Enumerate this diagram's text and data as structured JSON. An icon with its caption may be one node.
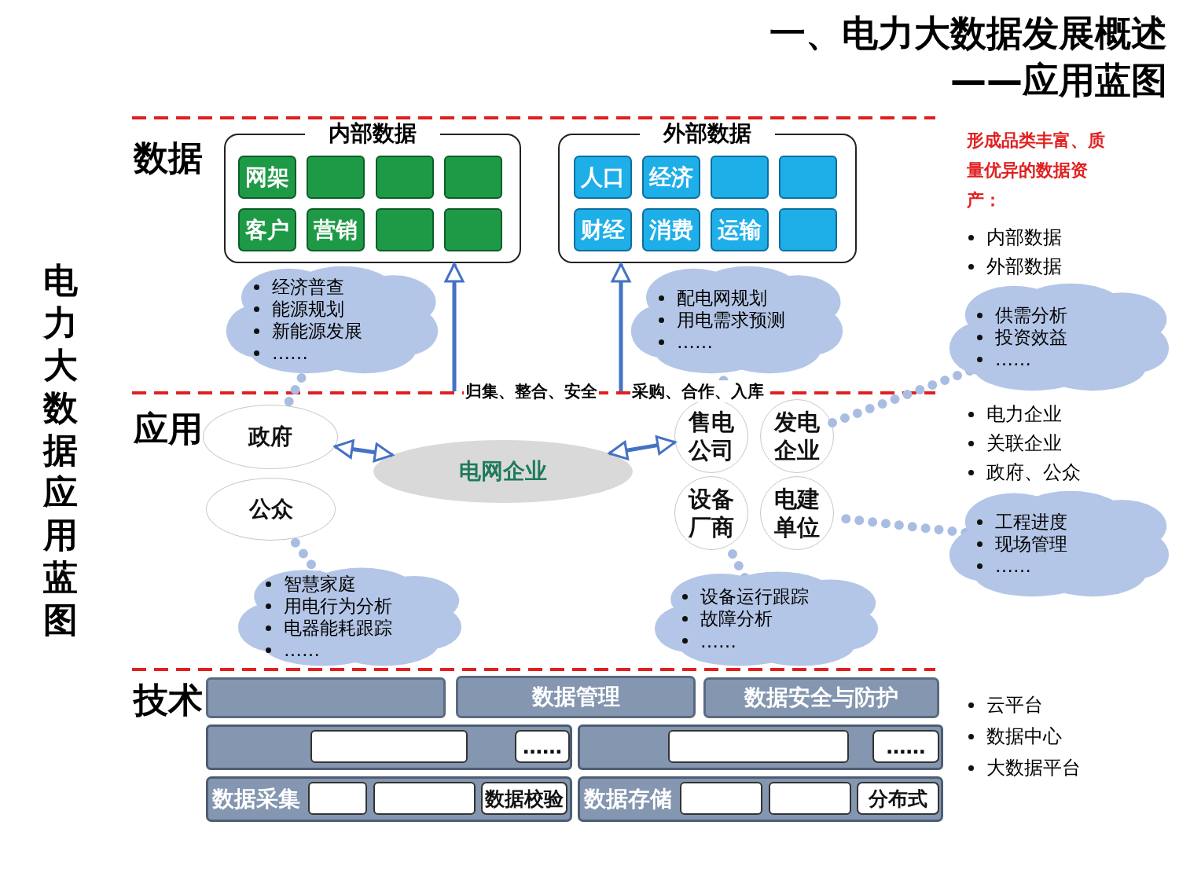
{
  "diagram": {
    "title": "一、电力大数据发展概述 ——应用蓝图",
    "nodes": [
      {
        "text": [
          "内部数据"
        ]
      },
      {
        "text": [
          "网架"
        ],
        "in": 0
      },
      {
        "text": [],
        "shape": "box",
        "in": 0
      },
      {
        "text": [],
        "shape": "box",
        "in": 0
      },
      {
        "text": [],
        "shape": "box",
        "in": 0
      },
      {
        "text": [
          "客户"
        ],
        "in": 0
      },
      {
        "text": [
          "营销"
        ],
        "in": 0
      },
      {
        "text": [],
        "shape": "box",
        "in": 0
      },
      {
        "text": [],
        "shape": "box",
        "in": 0
      },
      {
        "text": [
          "外部数据"
        ]
      },
      {
        "text": [
          "人口"
        ],
        "in": 9
      },
      {
        "text": [
          "经济"
        ],
        "in": 9
      },
      {
        "text": [],
        "shape": "box",
        "in": 9
      },
      {
        "text": [],
        "shape": "box",
        "in": 9
      },
      {
        "text": [
          "财经"
        ],
        "in": 9
      },
      {
        "text": [
          "消费"
        ],
        "in": 9
      },
      {
        "text": [
          "运输"
        ],
        "in": 9
      },
      {
        "text": [],
        "shape": "box",
        "in": 9
      },
      {
        "text": [
          "政府"
        ]
      },
      {
        "text": [
          "公众"
        ]
      },
      {
        "text": [
          "电网企业"
        ]
      },
      {
        "text": [
          "售电公司"
        ]
      },
      {
        "text": [
          "发电企业"
        ]
      },
      {
        "text": [
          "设备厂商"
        ]
      },
      {
        "text": [
          "电建单位"
        ]
      },
      {
        "text": [],
        "shape": "box"
      },
      {
        "text": [
          "数据管理"
        ]
      },
      {
        "text": [
          "数据安全与防护"
        ]
      },
      {
        "text": [],
        "shape": "box"
      },
      {
        "text": [],
        "shape": "box",
        "in": 28
      },
      {
        "text": [
          "……"
        ],
        "in": 28
      },
      {
        "text": [],
        "shape": "box"
      },
      {
        "text": [],
        "shape": "box",
        "in": 31
      },
      {
        "text": [
          "……"
        ],
        "in": 31
      },
      {
        "text": [
          "数据采集"
        ]
      },
      {
        "text": [],
        "shape": "box",
        "in": 34
      },
      {
        "text": [],
        "shape": "box",
        "in": 34
      },
      {
        "text": [
          "数据校验"
        ],
        "in": 34
      },
      {
        "text": [
          "数据存储"
        ]
      },
      {
        "text": [],
        "shape": "box",
        "in": 38
      },
      {
        "text": [],
        "shape": "box",
        "in": 38
      },
      {
        "text": [
          "分布式"
        ],
        "in": 38
      },
      {
        "text": [
          "经济普查",
          "能源规划",
          "新能源发展",
          "……"
        ]
      },
      {
        "text": [
          "配电网规划",
          "用电需求预测",
          "……"
        ]
      },
      {
        "text": [
          "供需分析",
          "投资效益",
          "……"
        ]
      },
      {
        "text": [
          "智慧家庭",
          "用电行为分析",
          "电器能耗跟踪",
          "……"
        ]
      },
      {
        "text": [
          "设备运行跟踪",
          "故障分析",
          "……"
        ]
      },
      {
        "text": [
          "工程进度",
          "现场管理",
          "……"
        ]
      }
    ],
    "edges": [
      {
        "from": null,
        "to": 0,
        "arrow": "to",
        "label": "归集、整合、安全",
        "color": "#4472c4"
      },
      {
        "from": null,
        "to": 9,
        "arrow": "to",
        "label": "采购、合作、入库",
        "color": "#4472c4"
      },
      {
        "from": 18,
        "to": 20,
        "arrow": "both",
        "color": "#4472c4"
      },
      {
        "from": 20,
        "to": 21,
        "arrow": "both",
        "color": "#4472c4"
      },
      {
        "from": 42,
        "to": 18,
        "arrow": "none",
        "style": "dashed"
      },
      {
        "from": 43,
        "to": 21,
        "arrow": "none",
        "style": "dashed"
      },
      {
        "from": 44,
        "to": 22,
        "arrow": "none",
        "style": "dashed"
      },
      {
        "from": 45,
        "to": 19,
        "arrow": "none",
        "style": "dashed"
      },
      {
        "from": 46,
        "to": 23,
        "arrow": "none",
        "style": "dashed"
      },
      {
        "from": 47,
        "to": 24,
        "arrow": "none",
        "style": "dashed"
      }
    ],
    "labels": [
      "数据",
      "应用",
      "技术",
      "电力大数据应用蓝图",
      "形成品类丰富、质量优异的数据资产：",
      "内部数据",
      "外部数据",
      "电力企业",
      "关联企业",
      "政府、公众",
      "云平台",
      "数据中心",
      "大数据平台"
    ]
  }
}
